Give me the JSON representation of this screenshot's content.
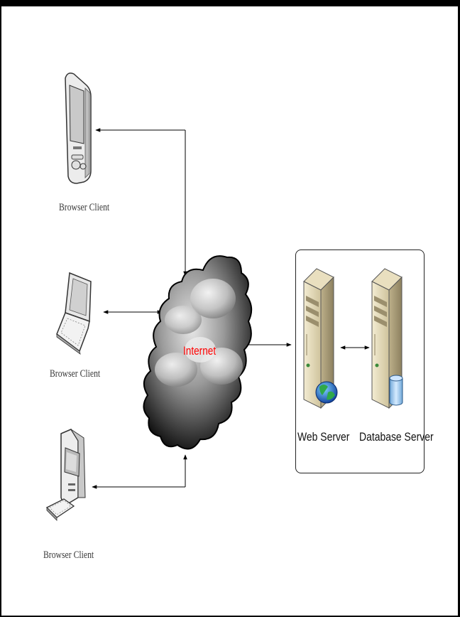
{
  "clients": [
    {
      "label": "Browser Client",
      "device": "pda-icon"
    },
    {
      "label": "Browser Client",
      "device": "laptop-icon"
    },
    {
      "label": "Browser Client",
      "device": "desktop-computer-icon"
    }
  ],
  "cloud": {
    "label": "Internet",
    "label_color": "#ff0000"
  },
  "servers": [
    {
      "label": "Web Server",
      "icon": "web-server-icon"
    },
    {
      "label": "Database Server",
      "icon": "database-server-icon"
    }
  ]
}
